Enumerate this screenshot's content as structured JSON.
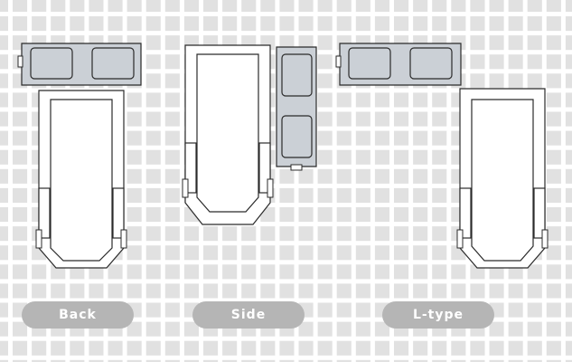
{
  "colors": {
    "grid_tile": "#e1e1e1",
    "grid_line": "#ffffff",
    "pad_fill": "#cbd0d6",
    "outline": "#2b2b2b",
    "label_bg": "#b5b5b5",
    "label_text": "#ffffff"
  },
  "layouts": [
    {
      "id": "back",
      "label": "Back"
    },
    {
      "id": "side",
      "label": "Side"
    },
    {
      "id": "l-type",
      "label": "L-type"
    }
  ]
}
